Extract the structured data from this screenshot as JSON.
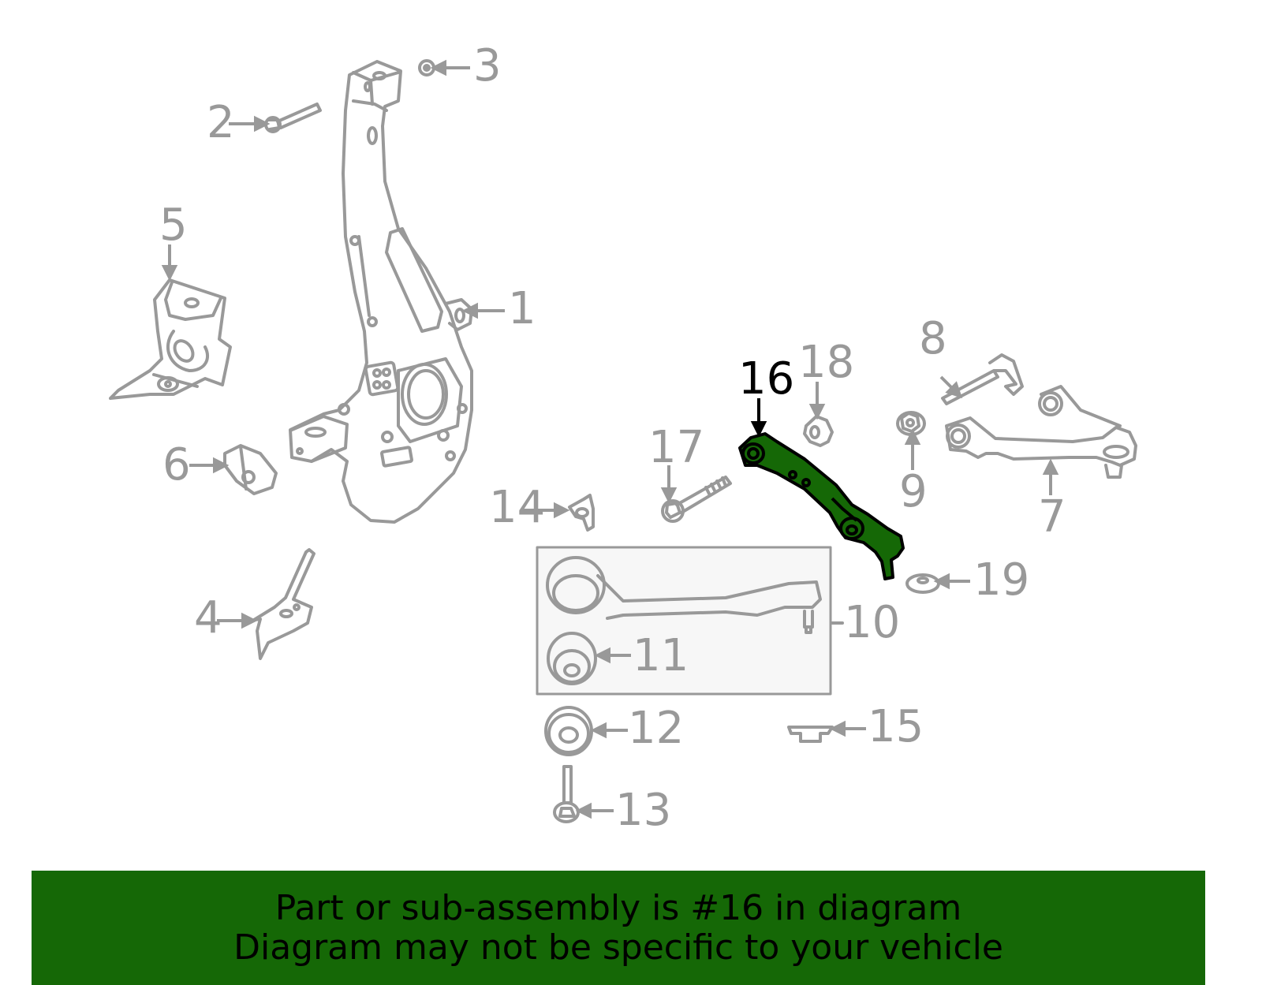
{
  "diagram": {
    "highlighted_part": "16",
    "colors": {
      "line": "#999999",
      "highlight_fill": "#156806",
      "highlight_stroke": "#000000",
      "box_fill": "#f7f7f7"
    },
    "callouts": [
      {
        "id": "1",
        "label": "1"
      },
      {
        "id": "2",
        "label": "2"
      },
      {
        "id": "3",
        "label": "3"
      },
      {
        "id": "4",
        "label": "4"
      },
      {
        "id": "5",
        "label": "5"
      },
      {
        "id": "6",
        "label": "6"
      },
      {
        "id": "7",
        "label": "7"
      },
      {
        "id": "8",
        "label": "8"
      },
      {
        "id": "9",
        "label": "9"
      },
      {
        "id": "10",
        "label": "10"
      },
      {
        "id": "11",
        "label": "11"
      },
      {
        "id": "12",
        "label": "12"
      },
      {
        "id": "13",
        "label": "13"
      },
      {
        "id": "14",
        "label": "14"
      },
      {
        "id": "15",
        "label": "15"
      },
      {
        "id": "16",
        "label": "16"
      },
      {
        "id": "17",
        "label": "17"
      },
      {
        "id": "18",
        "label": "18"
      },
      {
        "id": "19",
        "label": "19"
      }
    ]
  },
  "banner": {
    "line1": "Part or sub-assembly is #16 in diagram",
    "line2": "Diagram may not be specific to your vehicle",
    "background": "#156806"
  }
}
